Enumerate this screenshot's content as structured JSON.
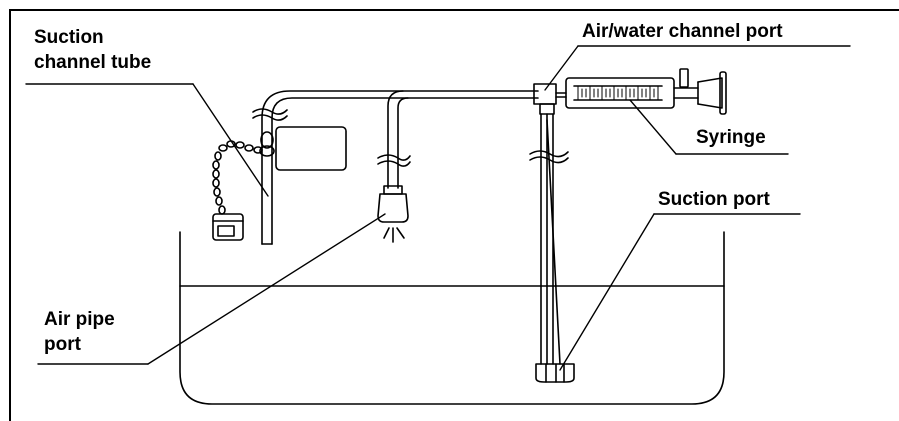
{
  "labels": {
    "suction_channel_tube": [
      "Suction",
      "channel tube"
    ],
    "air_water_channel_port": "Air/water channel port",
    "syringe": "Syringe",
    "suction_port": "Suction port",
    "air_pipe_port": [
      "Air pipe",
      "port"
    ]
  },
  "colors": {
    "line": "#000000",
    "background": "#ffffff"
  },
  "icons": [
    "chain-icon",
    "syringe-icon",
    "container-icon"
  ]
}
